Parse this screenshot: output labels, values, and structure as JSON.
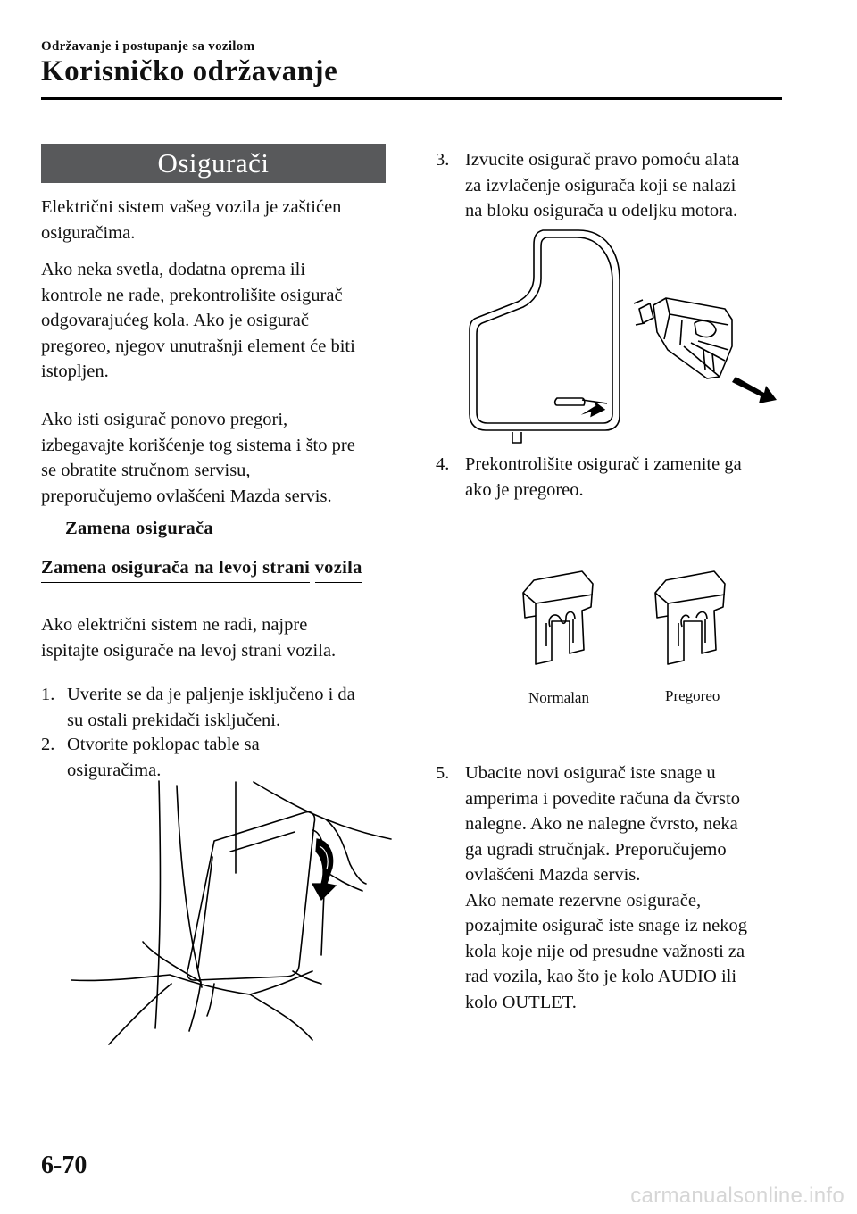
{
  "header": {
    "section_label": "Održavanje i postupanje sa vozilom",
    "chapter_title": "Korisničko održavanje"
  },
  "left_column": {
    "title": "Osigurači",
    "paragraph1": [
      "Električni sistem vašeg vozila je zaštićen",
      "osiguračima."
    ],
    "paragraph2": [
      "Ako neka svetla, dodatna oprema ili",
      "kontrole ne rade, prekontrolišite osigurač",
      "odgovarajućeg kola. Ako je osigurač",
      "pregoreo, njegov unutrašnji element će biti",
      "istopljen."
    ],
    "paragraph3": [
      "Ako isti osigurač ponovo pregori,",
      "izbegavajte korišćenje tog sistema i što pre",
      "se obratite stručnom servisu,",
      "preporučujemo ovlašćeni Mazda servis."
    ],
    "heading": "Zamena osigurača",
    "subheading": [
      "Zamena osigurača na levoj strani",
      "vozila"
    ],
    "paragraph4": [
      "Ako električni sistem ne radi, najpre",
      "ispitajte osigurače na levoj strani vozila."
    ],
    "steps": [
      {
        "num": "1.",
        "lines": [
          "Uverite se da je paljenje isključeno i da",
          "su ostali prekidači isključeni."
        ]
      },
      {
        "num": "2.",
        "lines": [
          "Otvorite poklopac table sa",
          "osiguračima."
        ]
      }
    ]
  },
  "right_column": {
    "steps": [
      {
        "num": "3.",
        "lines": [
          "Izvucite osigurač pravo pomoću alata",
          "za izvlačenje osigurača koji se nalazi",
          "na bloku osigurača u odeljku motora."
        ]
      },
      {
        "num": "4.",
        "lines": [
          "Prekontrolišite osigurač i zamenite ga",
          "ako je pregoreo."
        ]
      },
      {
        "num": "5.",
        "lines": [
          "Ubacite novi osigurač iste snage u",
          "amperima i povedite računa da čvrsto",
          "nalegne. Ako ne nalegne čvrsto, neka",
          "ga ugradi stručnjak. Preporučujemo",
          "ovlašćeni Mazda servis.",
          "Ako nemate rezervne osigurače,",
          "pozajmite osigurač iste snage iz nekog",
          "kola koje nije od presudne važnosti za",
          "rad vozila, kao što je kolo AUDIO ili",
          "kolo OUTLET."
        ]
      }
    ],
    "fuse_labels": {
      "normal": "Normalan",
      "blown": "Pregoreo"
    }
  },
  "footer": {
    "page_number": "6-70",
    "watermark": "carmanualsonline.info"
  }
}
